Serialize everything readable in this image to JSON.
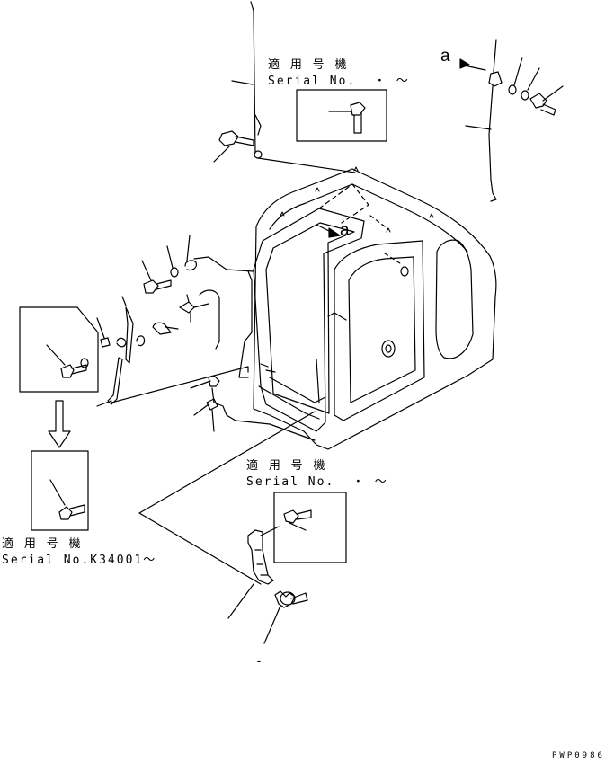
{
  "labels": {
    "applicable_top_jp": "適 用 号 機",
    "serial_top": "Serial No.  ・ 〜",
    "applicable_mid_jp": "適 用 号 機",
    "serial_mid": "Serial No.  ・ 〜",
    "applicable_left_jp": "適 用 号 機",
    "serial_left": "Serial No.K34001〜",
    "view_ref_top": "a",
    "view_ref_cab": "a",
    "bottom_mark": "-",
    "drawing_code": "PWP0986"
  },
  "colors": {
    "line": "#000000",
    "background": "#ffffff"
  }
}
